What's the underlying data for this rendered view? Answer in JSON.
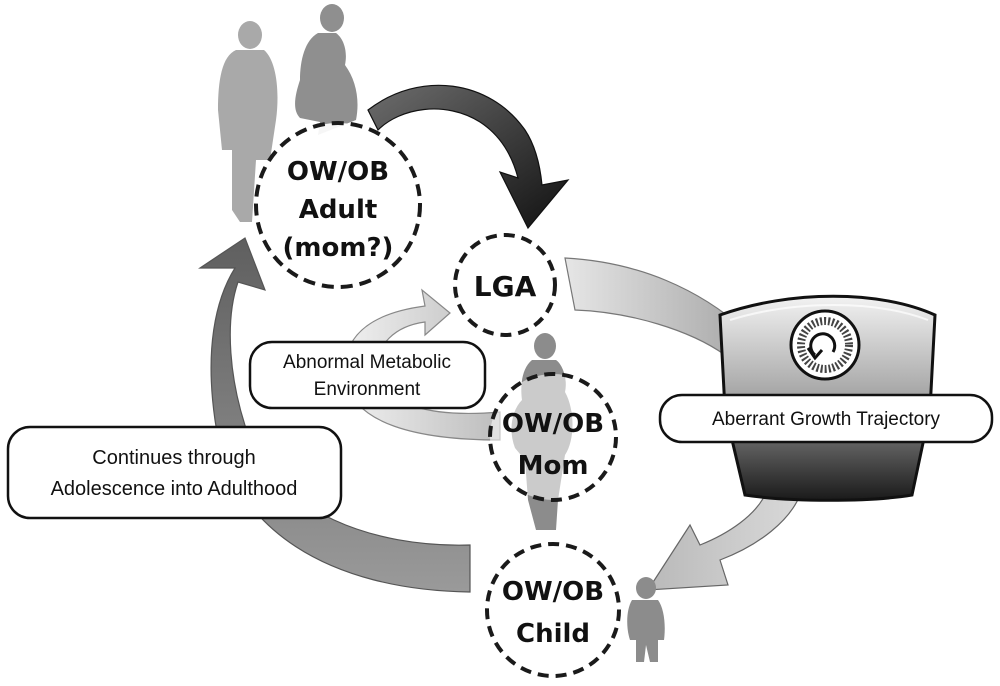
{
  "nodes": {
    "adult": {
      "line1": "OW/OB",
      "line2": "Adult",
      "line3": "(mom?)"
    },
    "lga": {
      "label": "LGA"
    },
    "mom": {
      "line1": "OW/OB",
      "line2": "Mom"
    },
    "child": {
      "line1": "OW/OB",
      "line2": "Child"
    }
  },
  "labels": {
    "abnormal_line1": "Abnormal Metabolic",
    "abnormal_line2": "Environment",
    "aberrant": "Aberrant Growth Trajectory",
    "continues_line1": "Continues through",
    "continues_line2": "Adolescence into Adulthood"
  },
  "colors": {
    "dark_arrow": "#2b2b2b",
    "mid_arrow": "#7a7a7a",
    "light_arrow": "#c4c4c4",
    "silhouette": "#9a9a9a",
    "scale_body": "#5a5a5a"
  }
}
